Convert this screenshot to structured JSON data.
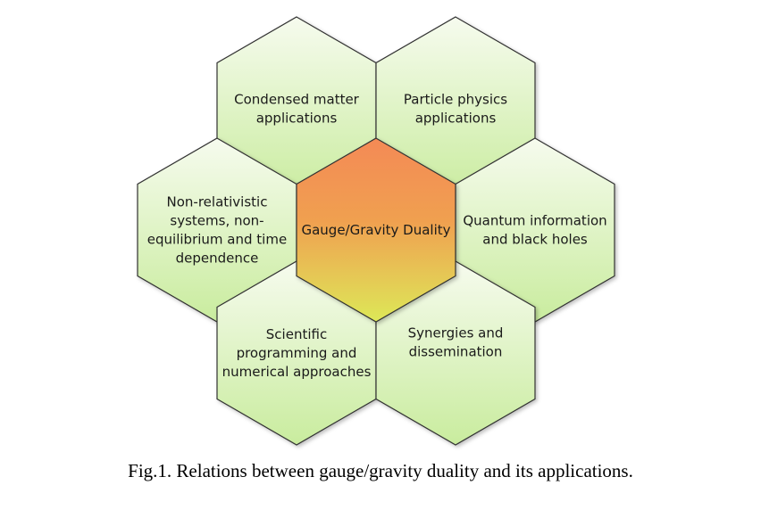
{
  "diagram": {
    "center": {
      "lines": [
        "Gauge/Gravity Duality"
      ]
    },
    "hexagons": [
      {
        "id": "condensed",
        "lines": [
          "Condensed matter",
          "applications"
        ]
      },
      {
        "id": "particle",
        "lines": [
          "Particle physics",
          "applications"
        ]
      },
      {
        "id": "nonrel",
        "lines": [
          "Non-relativistic",
          "systems, non-",
          "equilibrium and time",
          "dependence"
        ]
      },
      {
        "id": "quantum",
        "lines": [
          "Quantum information",
          "and black holes"
        ]
      },
      {
        "id": "scientific",
        "lines": [
          "Scientific",
          "programming and",
          "numerical approaches"
        ]
      },
      {
        "id": "synergies",
        "lines": [
          "Synergies and",
          "dissemination"
        ]
      }
    ],
    "colors": {
      "outer_top": "#f6fbee",
      "outer_bottom": "#c9ec9e",
      "center_top": "#f48a55",
      "center_mid": "#f0a050",
      "center_bottom": "#dde858",
      "stroke": "#333333"
    }
  },
  "caption": "Fig.1. Relations between gauge/gravity duality and its applications."
}
